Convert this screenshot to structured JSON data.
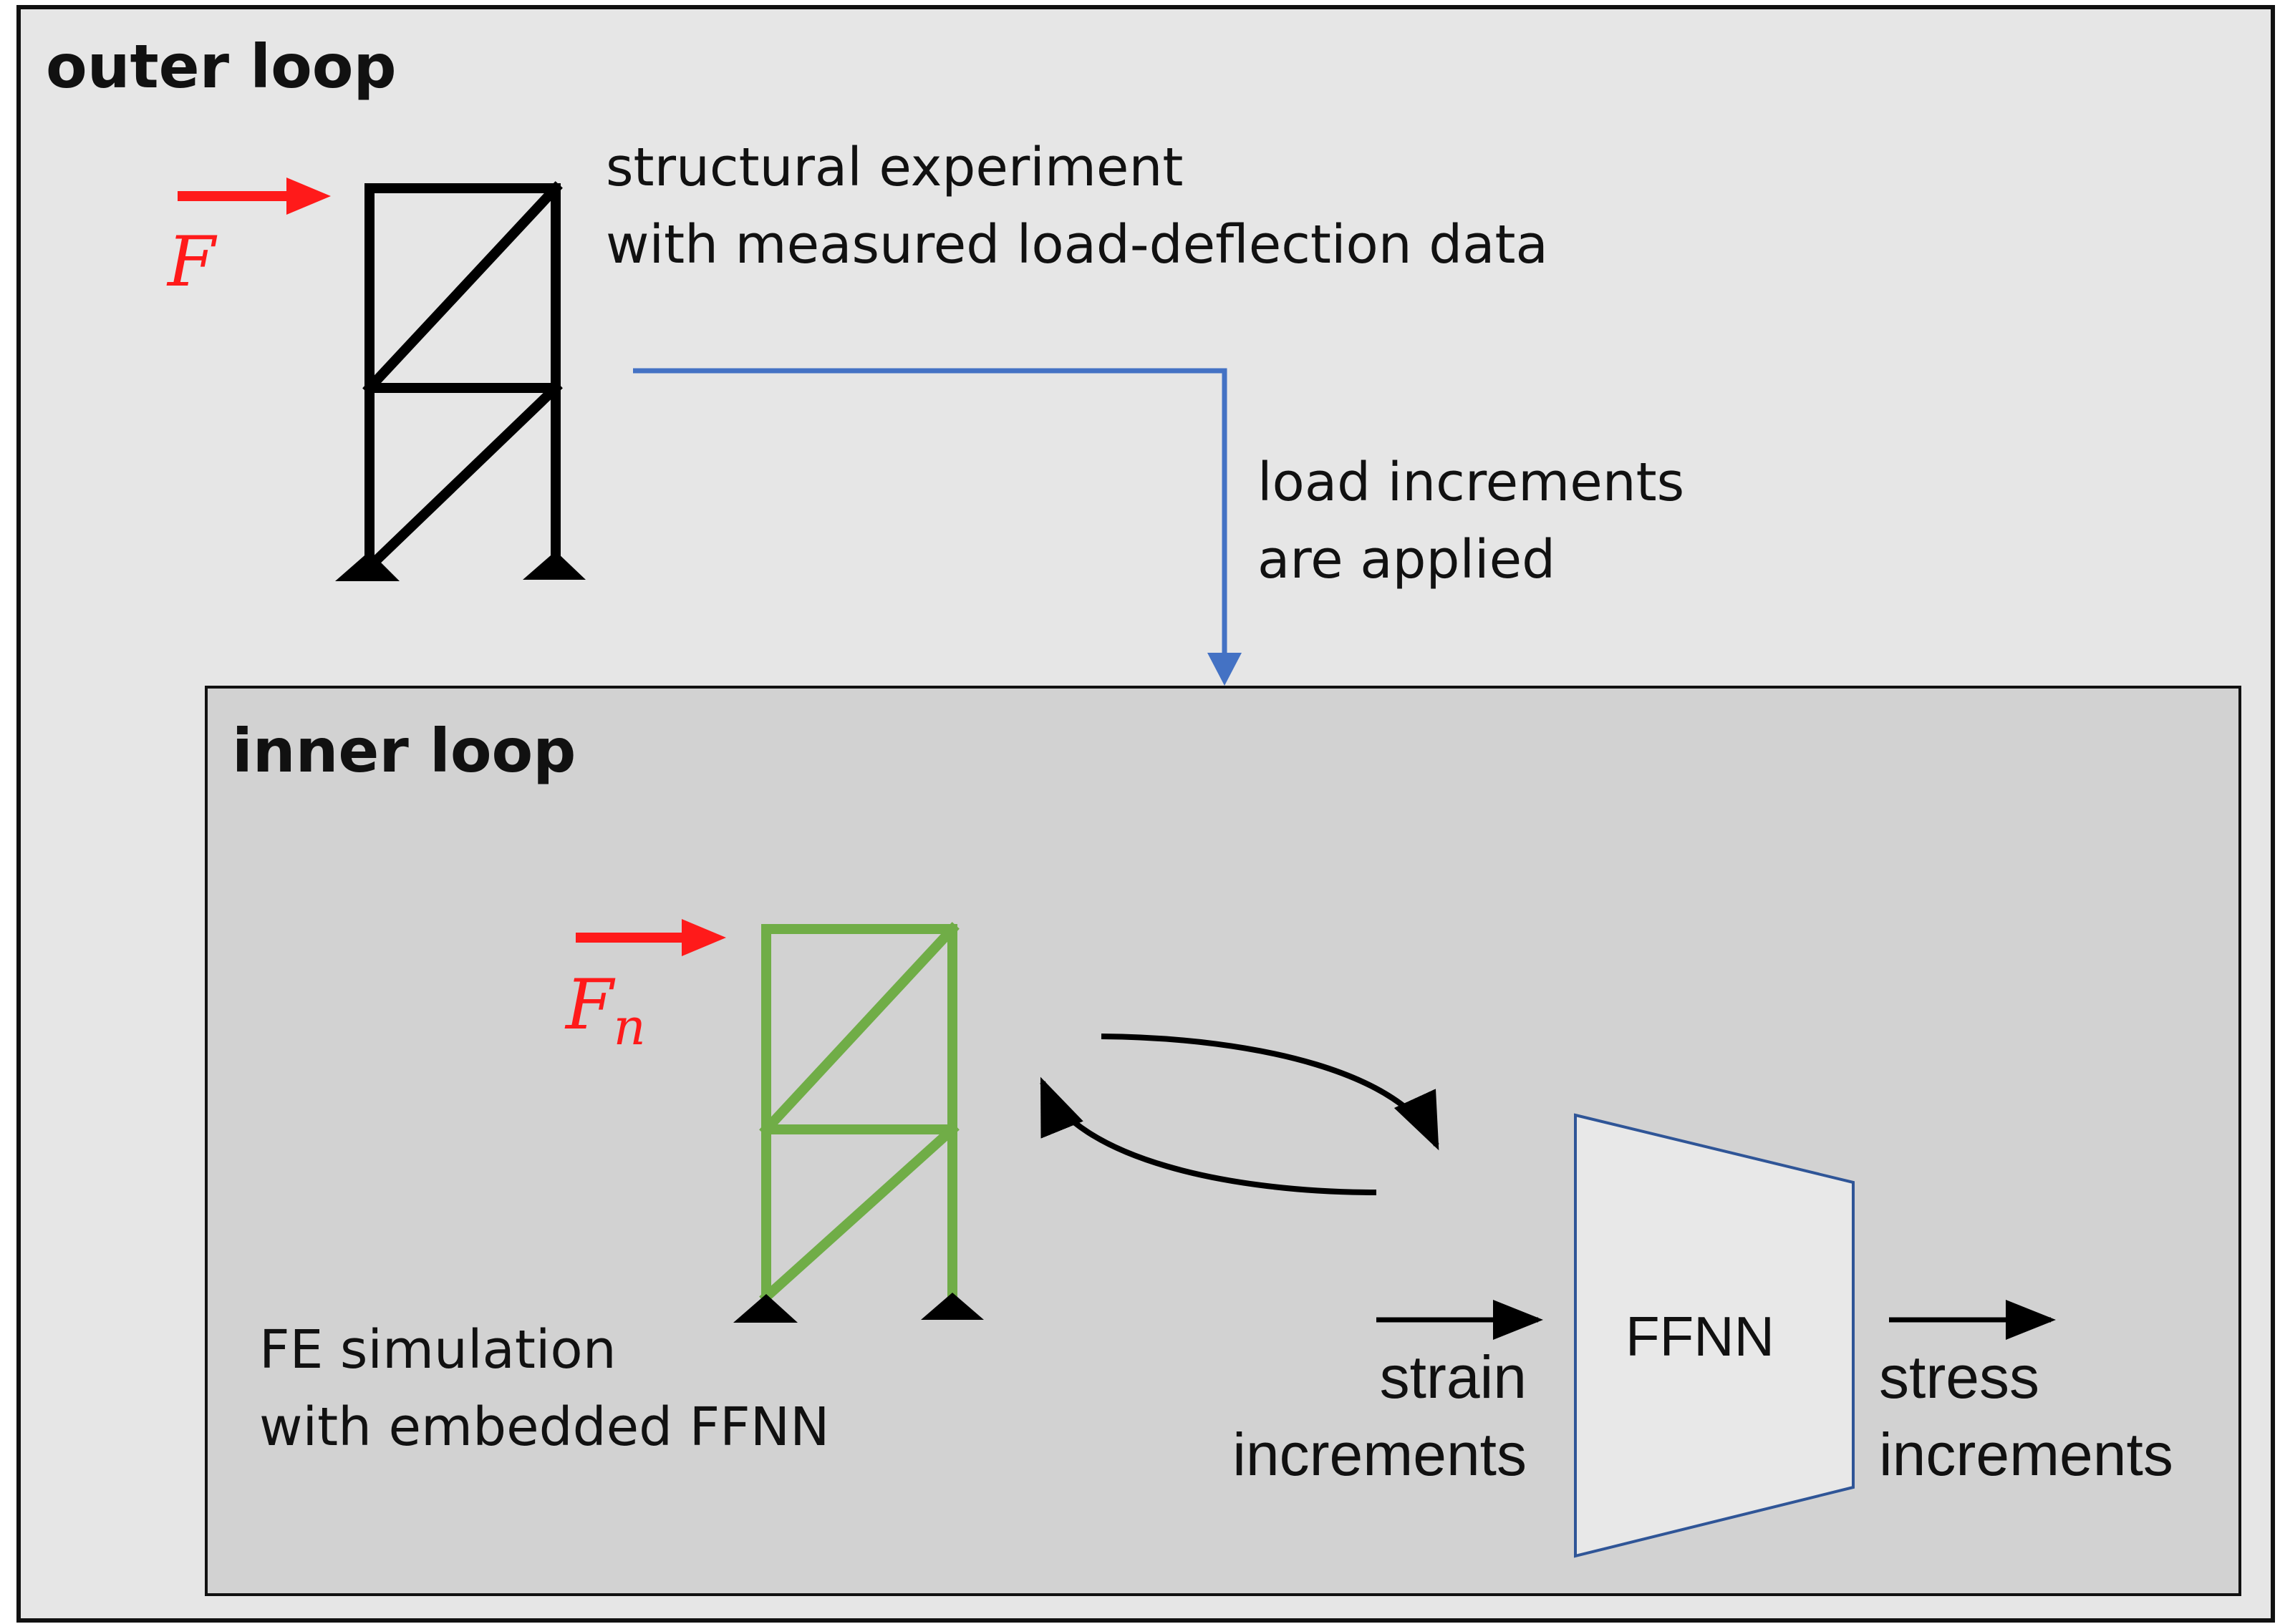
{
  "outer_loop": {
    "title": "outer loop",
    "force_label": "F",
    "experiment_line1": "structural experiment",
    "experiment_line2": "with measured load-deflection data"
  },
  "transfer": {
    "line1": "load increments",
    "line2": "are applied"
  },
  "inner_loop": {
    "title": "inner loop",
    "force_label": "F",
    "force_subscript": "n",
    "sim_line1": "FE simulation",
    "sim_line2": "with embedded FFNN",
    "network_label": "FFNN",
    "input_line1": "strain",
    "input_line2": "increments",
    "output_line1": "stress",
    "output_line2": "increments"
  },
  "colors": {
    "outer_bg": "#e6e6e6",
    "inner_bg": "#d2d2d2",
    "force": "#ff1a1a",
    "blue_arrow": "#4472c4",
    "fe_frame": "#70ad47",
    "network_fill": "#e8e8e8",
    "network_stroke": "#2f5597"
  }
}
